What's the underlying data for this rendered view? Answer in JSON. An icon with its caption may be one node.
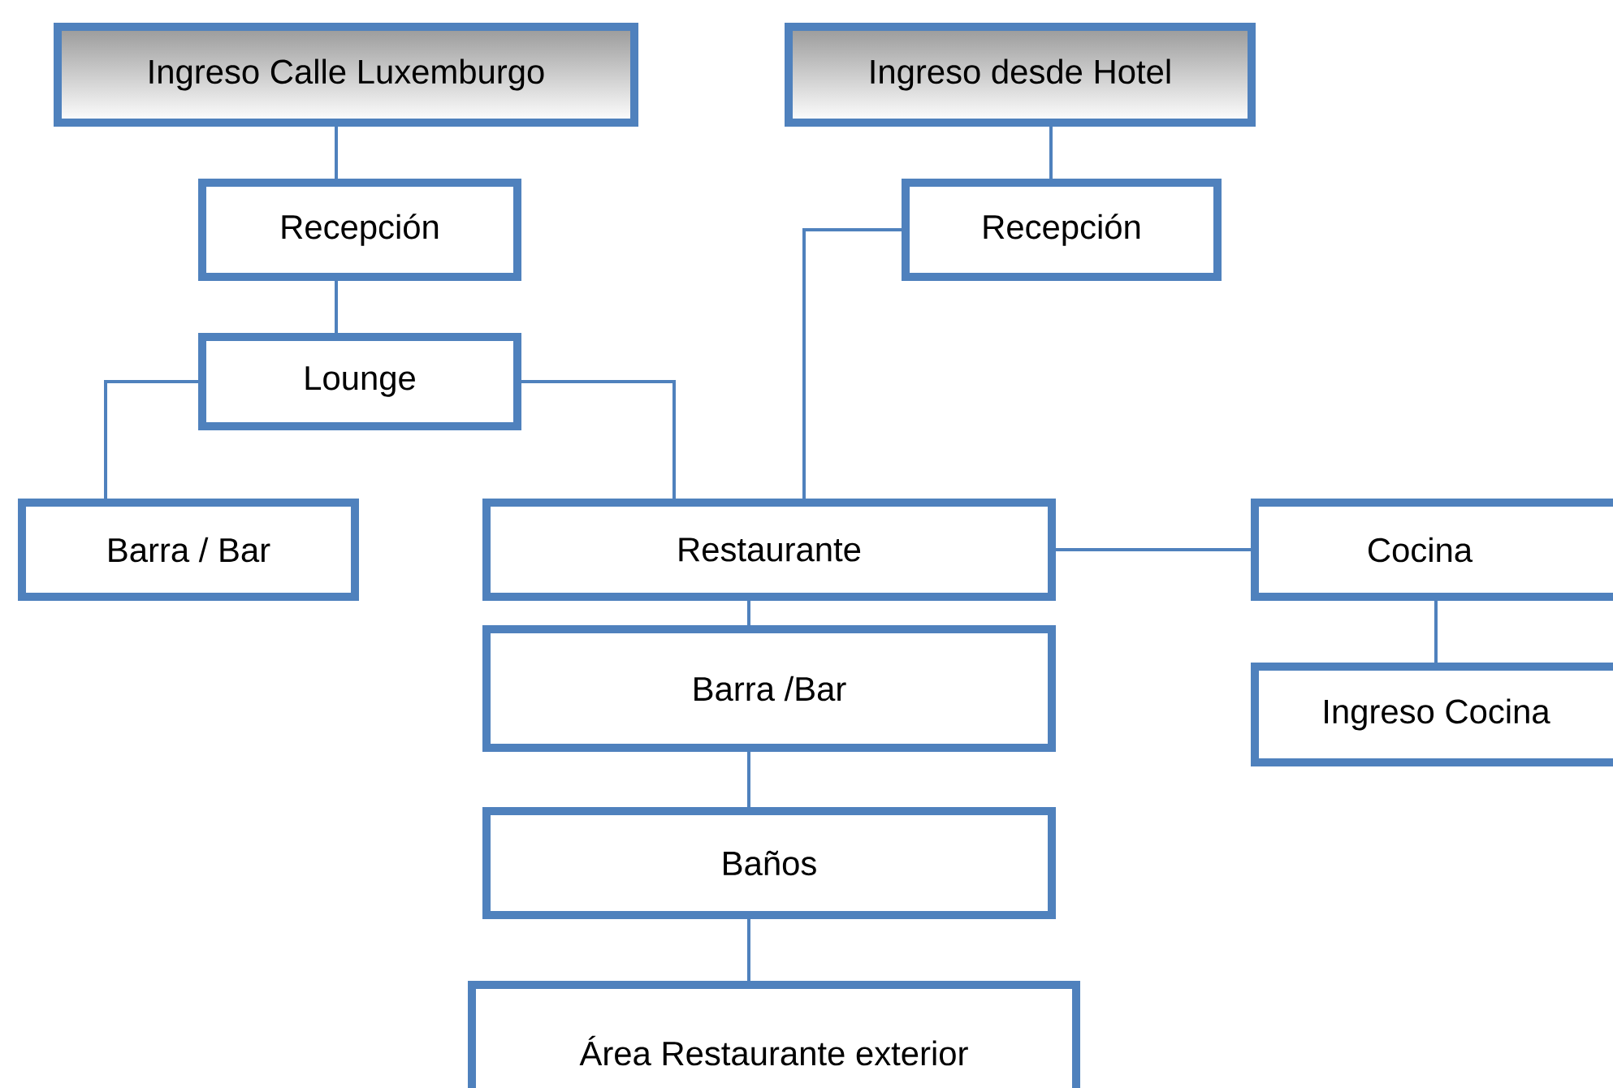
{
  "diagram": {
    "nodes": [
      {
        "text": [
          "Ingreso Calle Luxemburgo"
        ]
      },
      {
        "text": [
          "Ingreso desde Hotel"
        ]
      },
      {
        "text": [
          "Recepción"
        ]
      },
      {
        "text": [
          "Recepción"
        ]
      },
      {
        "text": [
          "Lounge"
        ]
      },
      {
        "text": [
          "Barra / Bar"
        ]
      },
      {
        "text": [
          "Restaurante"
        ]
      },
      {
        "text": [
          "Cocina"
        ]
      },
      {
        "text": [
          "Barra /Bar"
        ]
      },
      {
        "text": [
          "Ingreso Cocina"
        ]
      },
      {
        "text": [
          "Baños"
        ]
      },
      {
        "text": [
          "Área Restaurante exterior"
        ]
      }
    ],
    "edges": [
      {
        "from": 0,
        "to": 2,
        "arrow": "none"
      },
      {
        "from": 1,
        "to": 3,
        "arrow": "none"
      },
      {
        "from": 2,
        "to": 4,
        "arrow": "none"
      },
      {
        "from": 4,
        "to": 5,
        "arrow": "none"
      },
      {
        "from": 4,
        "to": 6,
        "arrow": "none"
      },
      {
        "from": 3,
        "to": 6,
        "arrow": "none"
      },
      {
        "from": 6,
        "to": 7,
        "arrow": "none"
      },
      {
        "from": 7,
        "to": 9,
        "arrow": "none"
      },
      {
        "from": 6,
        "to": 8,
        "arrow": "none"
      },
      {
        "from": 8,
        "to": 10,
        "arrow": "none"
      },
      {
        "from": 10,
        "to": 11,
        "arrow": "none"
      }
    ]
  }
}
